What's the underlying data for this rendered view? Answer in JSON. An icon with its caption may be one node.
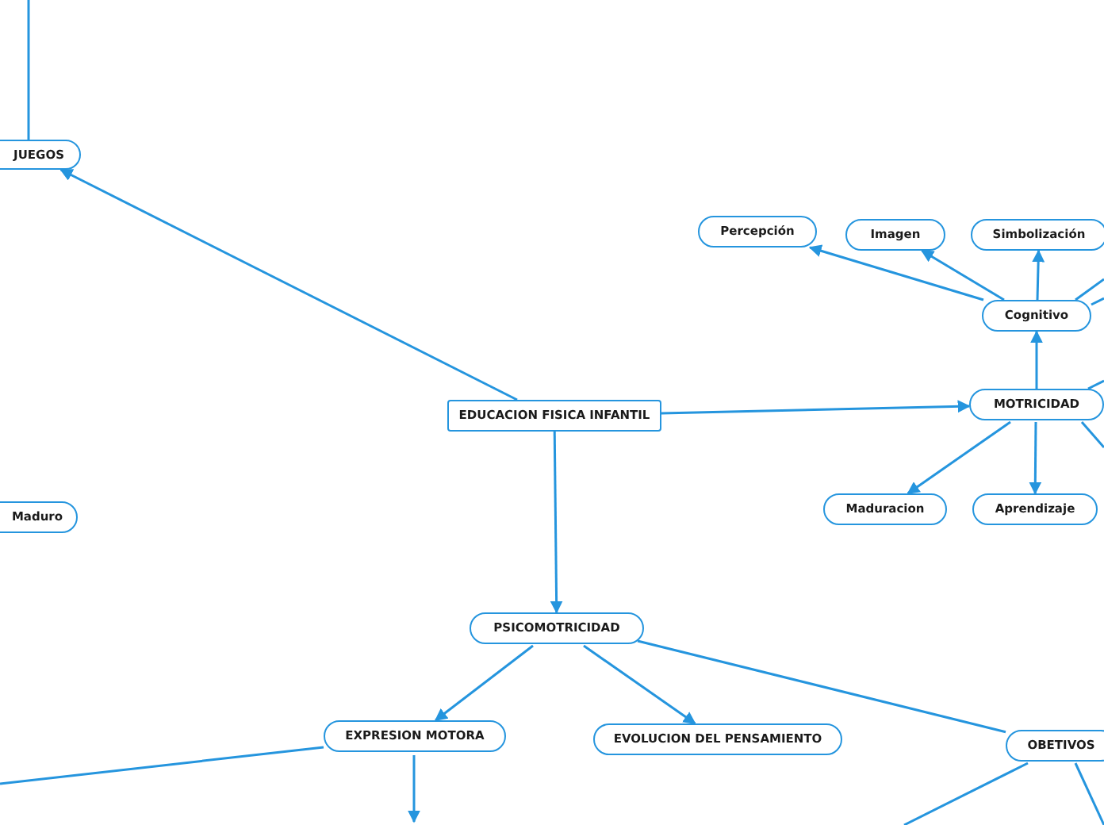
{
  "diagram": {
    "nodes": [
      {
        "text": [
          "EDUCACION FISICA INFANTIL"
        ]
      },
      {
        "text": [
          "JUEGOS"
        ]
      },
      {
        "text": [
          "MOTRICIDAD"
        ]
      },
      {
        "text": [
          "Cognitivo"
        ]
      },
      {
        "text": [
          "Percepción"
        ]
      },
      {
        "text": [
          "Imagen"
        ]
      },
      {
        "text": [
          "Simbolización"
        ]
      },
      {
        "text": [
          "Maduracion"
        ]
      },
      {
        "text": [
          "Aprendizaje"
        ]
      },
      {
        "text": [
          "Maduro"
        ]
      },
      {
        "text": [
          "PSICOMOTRICIDAD"
        ]
      },
      {
        "text": [
          "EXPRESION MOTORA"
        ]
      },
      {
        "text": [
          "EVOLUCION DEL PENSAMIENTO"
        ]
      },
      {
        "text": [
          "OBETIVOS"
        ]
      }
    ],
    "edges": [
      {
        "from": 0,
        "to": 1,
        "arrow": "to"
      },
      {
        "from": 0,
        "to": 2,
        "arrow": "to"
      },
      {
        "from": 0,
        "to": 10,
        "arrow": "to"
      },
      {
        "from": 1,
        "to": null,
        "arrow": "none"
      },
      {
        "from": 2,
        "to": 3,
        "arrow": "to"
      },
      {
        "from": 3,
        "to": 4,
        "arrow": "to"
      },
      {
        "from": 3,
        "to": 5,
        "arrow": "to"
      },
      {
        "from": 3,
        "to": 6,
        "arrow": "to"
      },
      {
        "from": 3,
        "to": null,
        "arrow": "none"
      },
      {
        "from": 3,
        "to": null,
        "arrow": "none"
      },
      {
        "from": 2,
        "to": null,
        "arrow": "none"
      },
      {
        "from": 2,
        "to": 7,
        "arrow": "to"
      },
      {
        "from": 2,
        "to": 8,
        "arrow": "to"
      },
      {
        "from": 2,
        "to": null,
        "arrow": "none"
      },
      {
        "from": 10,
        "to": 11,
        "arrow": "to"
      },
      {
        "from": 10,
        "to": 12,
        "arrow": "to"
      },
      {
        "from": 10,
        "to": 13,
        "arrow": "none"
      },
      {
        "from": 11,
        "to": null,
        "arrow": "none"
      },
      {
        "from": 11,
        "to": null,
        "arrow": "to"
      },
      {
        "from": 13,
        "to": null,
        "arrow": "none"
      },
      {
        "from": 13,
        "to": null,
        "arrow": "none"
      }
    ]
  }
}
